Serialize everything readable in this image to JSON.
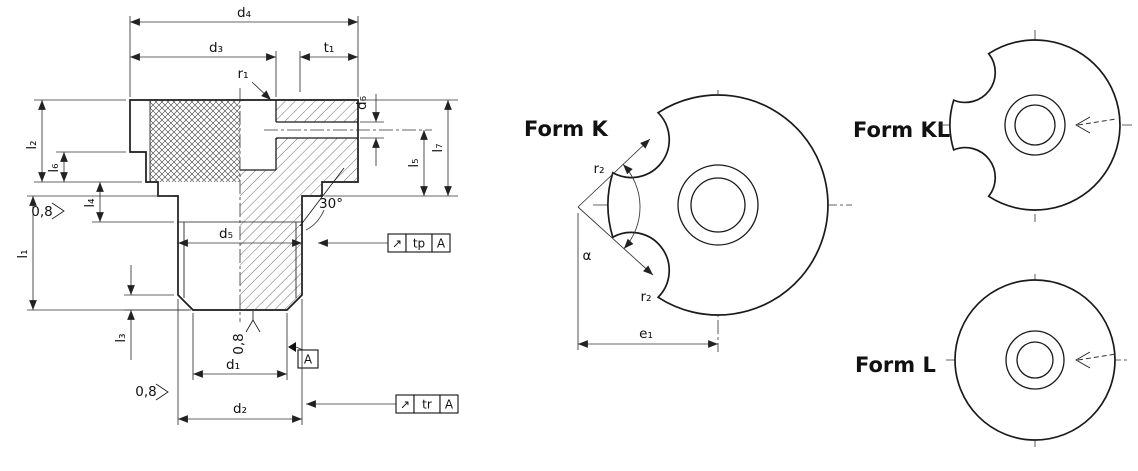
{
  "colors": {
    "ink": "#1a1a1a",
    "background": "#ffffff"
  },
  "left_view": {
    "d4": "d₄",
    "d3": "d₃",
    "t1": "t₁",
    "r1": "r₁",
    "d6": "d₆",
    "l2": "l₂",
    "l6": "l₆",
    "l4": "l₄",
    "l1": "l₁",
    "l3": "l₃",
    "l5": "l₅",
    "l7": "l₇",
    "d5": "d₅",
    "d1": "d₁",
    "d2": "d₂",
    "angle": "30°",
    "roughness_top": "0,8",
    "roughness_bottom_center": "0,8",
    "roughness_bottom_left": "0,8",
    "tp_frame": {
      "symbol": "↗",
      "label": "tp",
      "datum": "A"
    },
    "tr_frame": {
      "symbol": "↗",
      "label": "tr",
      "datum": "A"
    },
    "datum_label": "A"
  },
  "form_k": {
    "label": "Form K",
    "r2_upper": "r₂",
    "r2_lower": "r₂",
    "alpha": "α",
    "e1": "e₁"
  },
  "form_kl": {
    "label": "Form KL"
  },
  "form_l": {
    "label": "Form L"
  }
}
